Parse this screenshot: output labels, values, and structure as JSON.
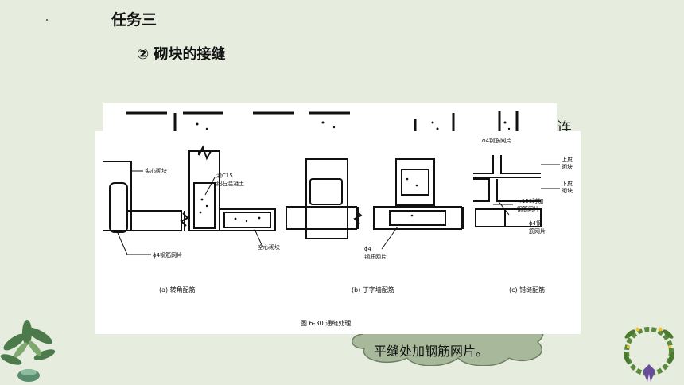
{
  "slide": {
    "title": "任务三",
    "subtitle": "② 砌块的接缝",
    "peek_text": "连",
    "cloud_text": "平缝处加钢筋网片。"
  },
  "figure": {
    "labels": {
      "solid_block_a": "实心砌块",
      "grout": "灌C15",
      "grout2": "细石混凝土",
      "hollow_block": "空心砌块",
      "mesh_a": "ϕ4钢筋网片",
      "mesh_b1": "ϕ4",
      "mesh_b2": "钢筋网片",
      "mesh_c": "ϕ4钢筋网片",
      "upper_block1": "上皮",
      "upper_block2": "砌块",
      "lower_block1": "下皮",
      "lower_block2": "砌块",
      "lt150_1": "<150时加",
      "lt150_2": "钢筋网片",
      "mesh_c2_1": "ϕ4钢",
      "mesh_c2_2": "筋网片"
    },
    "captions": {
      "a": "(a) 转角配筋",
      "b": "(b) 丁字墙配筋",
      "c": "(c) 错缝配筋"
    },
    "figure_caption": "图 6-30    通缝处理"
  },
  "colors": {
    "background": "#e6ecde",
    "cloud_fill": "#a7b99a",
    "cloud_stroke": "#6f7f63"
  }
}
